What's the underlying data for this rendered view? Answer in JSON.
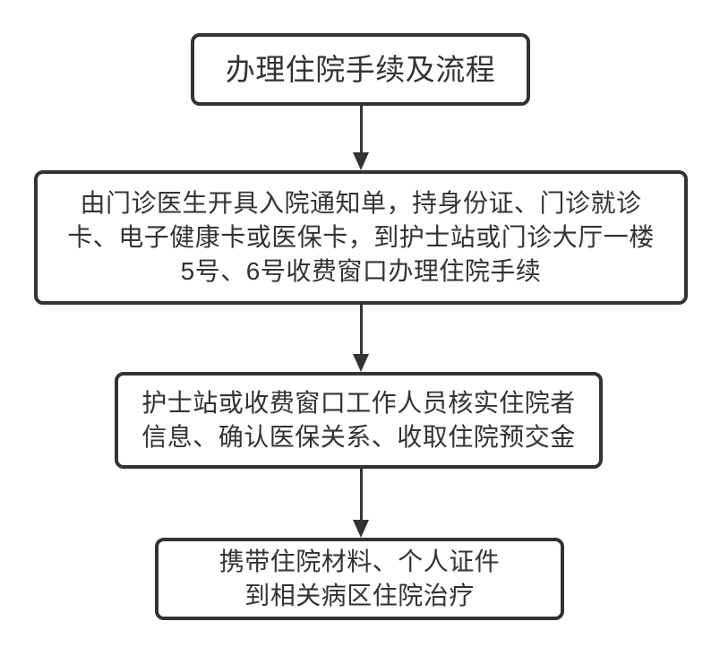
{
  "diagram": {
    "type": "flowchart",
    "colors": {
      "ink": "#333333",
      "background": "#ffffff"
    },
    "nodes": [
      {
        "id": "title",
        "lines": [
          "办理住院手续及流程"
        ]
      },
      {
        "id": "step-admission-registration",
        "lines": [
          "由门诊医生开具入院通知单，持身份证、门诊就诊",
          "卡、电子健康卡或医保卡，到护士站或门诊大厅一楼",
          "5号、6号收费窗口办理住院手续"
        ]
      },
      {
        "id": "step-verification",
        "lines": [
          "护士站或收费窗口工作人员核实住院者",
          "信息、确认医保关系、收取住院预交金"
        ]
      },
      {
        "id": "step-go-to-ward",
        "lines": [
          "携带住院材料、个人证件",
          "到相关病区住院治疗"
        ]
      }
    ]
  }
}
